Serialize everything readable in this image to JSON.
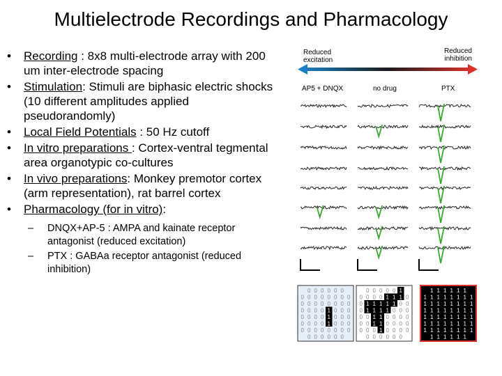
{
  "title": "Multielectrode Recordings and Pharmacology",
  "bullets": [
    {
      "head": "Recording",
      "rest": " : 8x8 multi-electrode array with 200 um inter-electrode spacing"
    },
    {
      "head": "Stimulation",
      "rest": ": Stimuli are biphasic electric shocks (10 different amplitudes applied pseudorandomly)"
    },
    {
      "head": "Local Field Potentials",
      "rest": " : 50 Hz cutoff"
    },
    {
      "head": "In vitro preparations ",
      "rest": ": Cortex-ventral tegmental area organotypic co-cultures"
    },
    {
      "head": "In vivo preparations",
      "rest": ": Monkey premotor cortex (arm representation), rat barrel cortex"
    },
    {
      "head": "Pharmacology (for in vitro)",
      "rest": ":"
    }
  ],
  "sub_bullets": [
    "DNQX+AP-5 : AMPA and kainate receptor antagonist (reduced excitation)",
    "PTX : GABAa receptor antagonist (reduced inhibition)"
  ],
  "figure": {
    "label_reduced_excitation_line1": "Reduced",
    "label_reduced_excitation_line2": "excitation",
    "label_reduced_inhibition_line1": "Reduced",
    "label_reduced_inhibition_line2": "inhibition",
    "cond_left": "AP5 + DNQX",
    "cond_mid": "no drug",
    "cond_right": "PTX",
    "colors": {
      "arrow_left": "#1a7fc4",
      "arrow_right": "#d9322b",
      "trace_highlight": "#3aa832"
    }
  }
}
